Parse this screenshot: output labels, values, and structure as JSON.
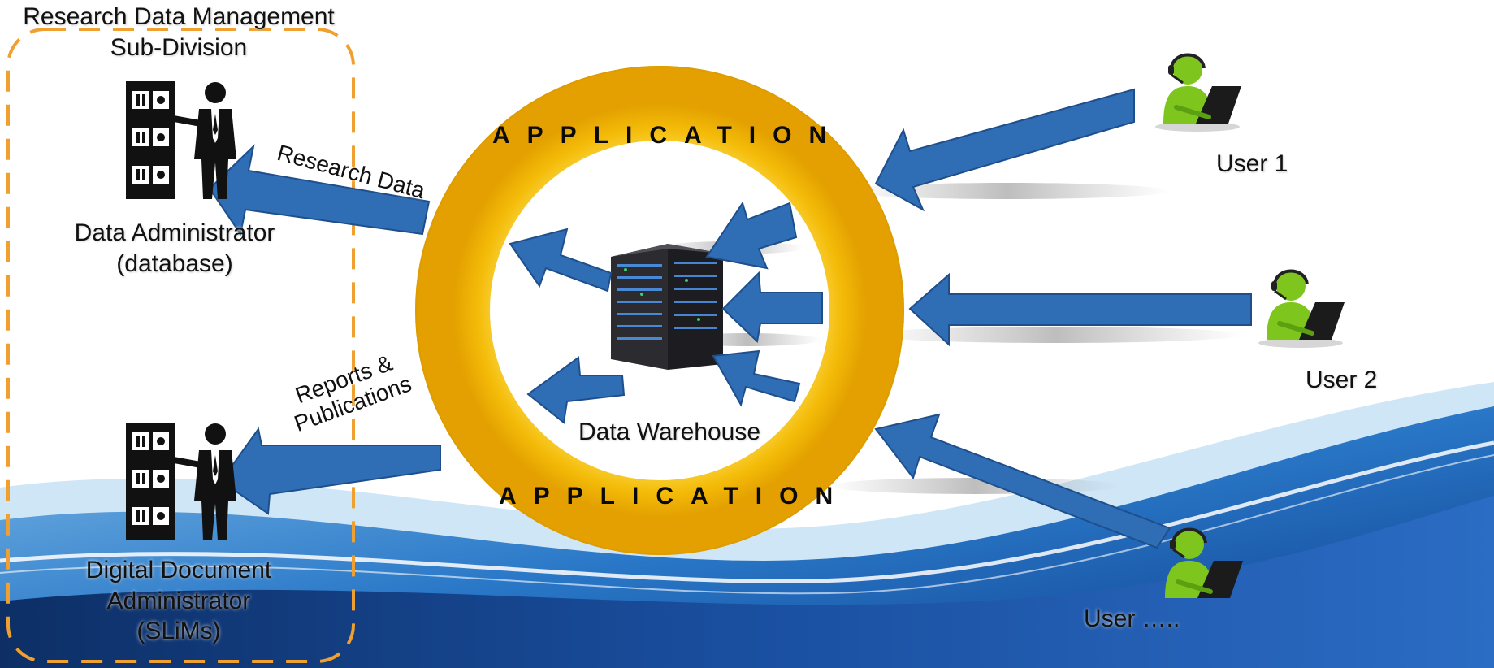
{
  "division": {
    "title": "Research Data Management Sub-Division"
  },
  "admins": [
    {
      "name": "Data Administrator (database)"
    },
    {
      "name": "Digital Document Administrator (SLiMs)"
    }
  ],
  "flows": {
    "research_data": "Research Data",
    "reports": "Reports & Publications"
  },
  "ring": {
    "top_label": "APPLICATION",
    "bottom_label": "APPLICATION"
  },
  "warehouse": {
    "label": "Data Warehouse"
  },
  "users": [
    {
      "label": "User 1"
    },
    {
      "label": "User 2"
    },
    {
      "label": "User ….."
    }
  ],
  "colors": {
    "arrow": "#2f6db5",
    "ring": "#f6bf10",
    "dashed_border": "#f0a030",
    "wave": "#1a4fa0"
  }
}
